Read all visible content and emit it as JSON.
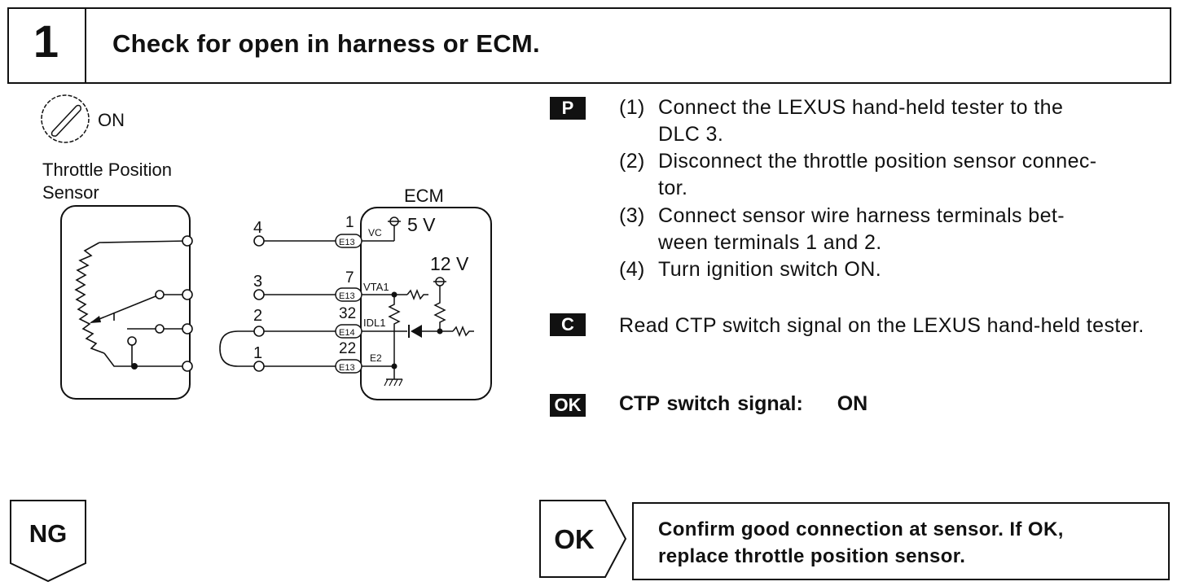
{
  "header": {
    "step_number": "1",
    "title": "Check for open in harness or ECM."
  },
  "diagram": {
    "ignition_label": "ON",
    "sensor_title_line1": "Throttle Position",
    "sensor_title_line2": "Sensor",
    "ecm_label": "ECM",
    "supply_5v": "5 V",
    "supply_12v": "12 V",
    "sensor_terminals": [
      "4",
      "3",
      "2",
      "1"
    ],
    "ecm_pins": [
      "1",
      "7",
      "32",
      "22"
    ],
    "connectors": [
      "E13",
      "E13",
      "E14",
      "E13"
    ],
    "signals": [
      "VC",
      "VTA1",
      "IDL1",
      "E2"
    ]
  },
  "procedure": {
    "badge": "P",
    "steps": [
      {
        "num": "(1)",
        "line1": "Connect the LEXUS hand-held tester to the",
        "line2": "DLC 3."
      },
      {
        "num": "(2)",
        "line1": "Disconnect the throttle position sensor connec-",
        "line2": "tor."
      },
      {
        "num": "(3)",
        "line1": "Connect sensor wire harness terminals bet-",
        "line2": "ween terminals 1 and 2."
      },
      {
        "num": "(4)",
        "line1": "Turn ignition switch ON.",
        "line2": ""
      }
    ]
  },
  "check": {
    "badge": "C",
    "text": "Read CTP switch signal on the LEXUS hand-held tester."
  },
  "ok_spec": {
    "badge": "OK",
    "label": "CTP switch signal:",
    "value": "ON"
  },
  "ng": {
    "label": "NG"
  },
  "ok_result": {
    "label": "OK",
    "line1": "Confirm good connection at sensor. If OK,",
    "line2": "replace throttle position sensor."
  }
}
